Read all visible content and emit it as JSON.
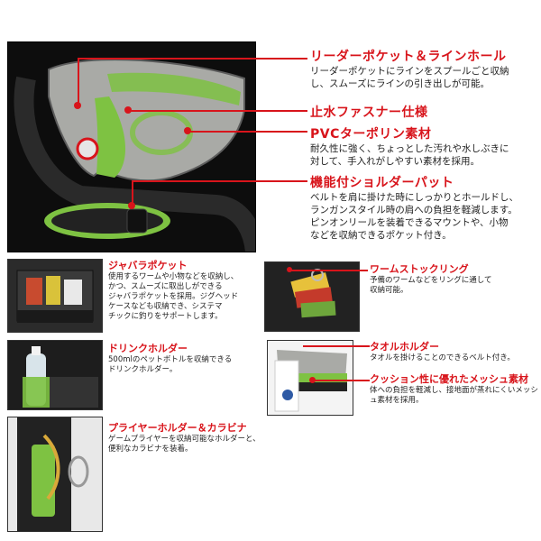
{
  "top": {
    "features": [
      {
        "title": "リーダーポケット＆ラインホール",
        "desc": [
          "リーダーポケットにラインをスプールごと収納",
          "し、スムーズにラインの引き出しが可能。"
        ]
      },
      {
        "title": "止水ファスナー仕様",
        "desc": []
      },
      {
        "title": "PVCターポリン素材",
        "desc": [
          "耐久性に強く、ちょっとした汚れや水しぶきに",
          "対して、手入れがしやすい素材を採用。"
        ]
      },
      {
        "title": "機能付ショルダーパット",
        "desc": [
          "ベルトを肩に掛けた時にしっかりとホールドし、",
          "ランガンスタイル時の肩への負担を軽減します。",
          "ピンオンリールを装着できるマウントや、小物",
          "などを収納できるポケット付き。"
        ]
      }
    ]
  },
  "details": [
    {
      "title": "ジャバラポケット",
      "desc": [
        "使用するワームや小物などを収納し、",
        "かつ、スムーズに取出しができる",
        "ジャバラポケットを採用。ジグヘッド",
        "ケースなども収納でき、システマ",
        "チックに釣りをサポートします。"
      ]
    },
    {
      "title": "ワームストックリング",
      "desc": [
        "予備のワームなどをリングに通して",
        "収納可能。"
      ]
    },
    {
      "title": "ドリンクホルダー",
      "desc": [
        "500mlのペットボトルを収納できる",
        "ドリンクホルダー。"
      ]
    },
    {
      "title": "タオルホルダー",
      "desc": [
        "タオルを掛けることのできるベルト付き。"
      ]
    },
    {
      "title": "クッション性に優れたメッシュ素材",
      "desc": [
        "体への負担を軽減し、接地面が蒸れにくいメッシ",
        "ュ素材を採用。"
      ]
    },
    {
      "title": "プライヤーホルダー＆カラビナ",
      "desc": [
        "ゲームプライヤーを収納可能なホルダーと、",
        "便利なカラビナを装着。"
      ]
    }
  ],
  "colors": {
    "accent": "#d8141b",
    "bag_green": "#7ec242",
    "bag_grey": "#a9aaa6"
  }
}
